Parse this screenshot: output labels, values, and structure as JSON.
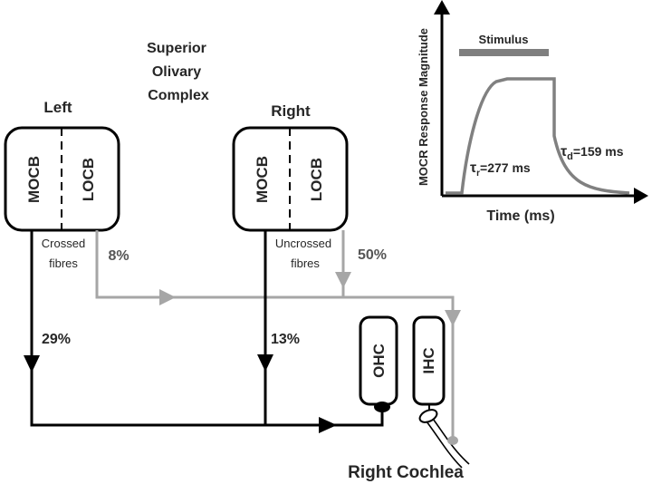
{
  "title": {
    "line1": "Superior",
    "line2": "Olivary",
    "line3": "Complex"
  },
  "left": {
    "label": "Left",
    "mocb": "MOCB",
    "locb": "LOCB",
    "fibres_line1": "Crossed",
    "fibres_line2": "fibres",
    "locb_pct": "8%",
    "mocb_pct": "29%"
  },
  "right": {
    "label": "Right",
    "mocb": "MOCB",
    "locb": "LOCB",
    "fibres_line1": "Uncrossed",
    "fibres_line2": "fibres",
    "locb_pct": "50%",
    "mocb_pct": "13%"
  },
  "cochlea": {
    "ohc": "OHC",
    "ihc": "IHC",
    "label": "Right Cochlea"
  },
  "graph": {
    "ylabel": "MOCR Response Magnitude",
    "xlabel": "Time (ms)",
    "stimulus": "Stimulus",
    "tau_r_symbol": "τ",
    "tau_r_sub": "r",
    "tau_r_value": "=277 ms",
    "tau_d_symbol": "τ",
    "tau_d_sub": "d",
    "tau_d_value": "=159 ms"
  },
  "colors": {
    "black": "#000000",
    "gray": "#a6a6a6",
    "curve": "#808080",
    "stimulus_bar": "#7f7f7f"
  }
}
